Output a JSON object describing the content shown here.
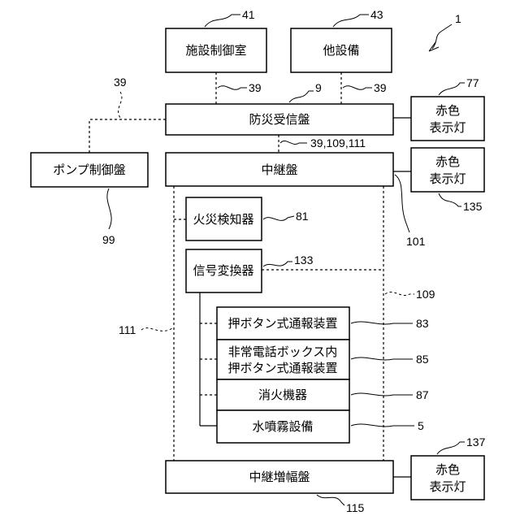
{
  "boxes": {
    "facility_control_room": "施設制御室",
    "other_equipment": "他設備",
    "fire_receiver": "防災受信盤",
    "pump_panel": "ポンプ制御盤",
    "relay_panel": "中継盤",
    "fire_detector": "火災検知器",
    "signal_converter": "信号変換器",
    "push_button": "押ボタン式通報装置",
    "emergency_phone_line1": "非常電話ボックス内",
    "emergency_phone_line2": "押ボタン式通報装置",
    "fire_extinguisher": "消火機器",
    "water_spray": "水噴霧設備",
    "relay_amplifier": "中継増幅盤",
    "red_lamp_1_line1": "赤色",
    "red_lamp_1_line2": "表示灯",
    "red_lamp_2_line1": "赤色",
    "red_lamp_2_line2": "表示灯",
    "red_lamp_3_line1": "赤色",
    "red_lamp_3_line2": "表示灯"
  },
  "refs": {
    "system": "1",
    "facility_control_room": "41",
    "other_equipment": "43",
    "line_39_top_left": "39",
    "line_39_control": "39",
    "fire_receiver": "9",
    "line_39_other": "39",
    "red_lamp_1": "77",
    "lines_receiver_relay": "39,109,111",
    "pump_panel": "99",
    "fire_detector": "81",
    "relay_panel": "101",
    "red_lamp_2": "135",
    "signal_converter": "133",
    "line_109": "109",
    "line_111": "111",
    "push_button": "83",
    "emergency_phone": "85",
    "fire_extinguisher": "87",
    "water_spray": "5",
    "red_lamp_3": "137",
    "relay_amplifier": "115"
  }
}
